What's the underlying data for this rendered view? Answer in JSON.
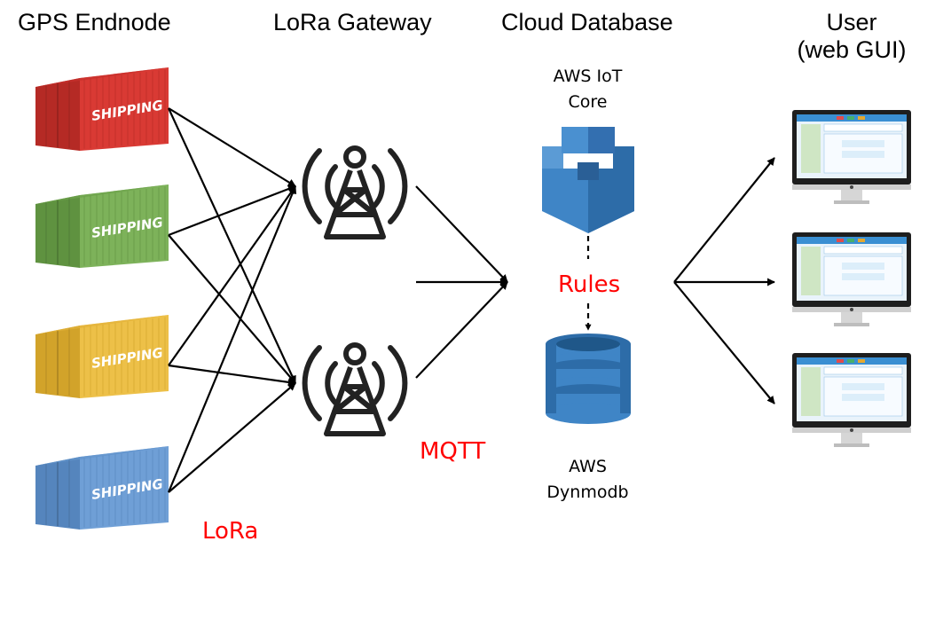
{
  "columns": {
    "endnode": "GPS Endnode",
    "gateway": "LoRa Gateway",
    "cloud": "Cloud Database",
    "user_line1": "User",
    "user_line2": "(web GUI)"
  },
  "cloud": {
    "iot_line1": "AWS IoT",
    "iot_line2": "Core",
    "db_line1": "AWS",
    "db_line2": "Dynmodb"
  },
  "protocols": {
    "lora": "LoRa",
    "mqtt": "MQTT",
    "rules": "Rules"
  },
  "containers": {
    "label": "SHIPPING",
    "items": [
      {
        "color": "#d93a34",
        "shade": "#b52a25",
        "side": "#c8312c"
      },
      {
        "color": "#7db25a",
        "shade": "#5f9240",
        "side": "#6ea34c"
      },
      {
        "color": "#edc048",
        "shade": "#d2a32a",
        "side": "#e2b23a"
      },
      {
        "color": "#6f9fd6",
        "shade": "#5585bd",
        "side": "#6394cc"
      }
    ]
  },
  "colors": {
    "accent_red": "#ff0000",
    "aws_blue": "#3f85c6",
    "aws_blue_dark": "#2d6ca8"
  },
  "icons": [
    "shipping-container-icon",
    "radio-tower-icon",
    "aws-iot-core-icon",
    "aws-dynamodb-icon",
    "monitor-icon"
  ]
}
